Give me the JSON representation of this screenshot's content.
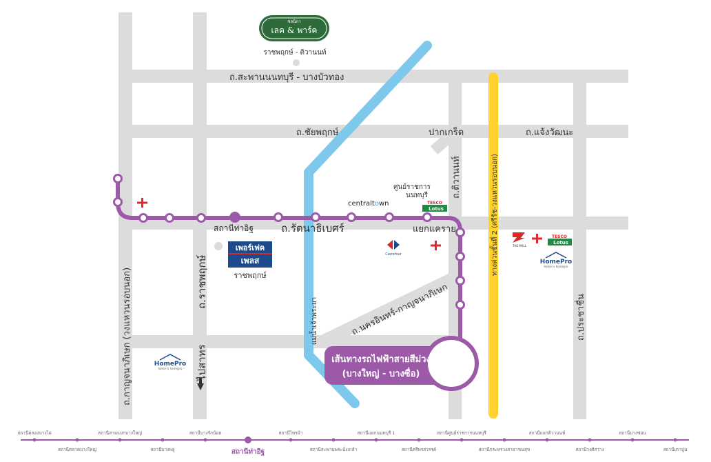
{
  "roads": {
    "top_road": "ถ.สะพานนนทบุรี - บางบัวทอง",
    "chaiyaphruek": "ถ.ชัยพฤกษ์",
    "pak_kret": "ปากเกร็ด",
    "chaeng_watthana": "ถ.แจ้งวัฒนะ",
    "rattanathibet": "ถ.รัตนาธิเบศร์",
    "khae_rai": "แยกแคราย",
    "tiwanon": "ถ.ติวานนท์",
    "kanchanaphisek": "ถ.กาญจนาภิเษก (วงแหวนรอบนอก)",
    "ratchaphruek": "ถ.ราชพฤกษ์",
    "nakhon_in": "ถ.นครอินทร์-กาญจนาภิเษก",
    "prachachuen": "ถ.ประชาชื่น",
    "expressway": "ทางด่วนขั้นที่ 2 (ศรีรัช-วงแหวนรอบนอก)",
    "river": "แม่น้ำเจ้าพระยา",
    "to_pai_sathon": "ไปสาทร"
  },
  "landmarks": {
    "lake_park_logo_sub": "ราชพฤกษ์ - ติวานนท์",
    "lake_park_logo_main": "เลค & พาร์ค",
    "lake_park_logo_top": "ชลนิภา",
    "perfect_place_1": "เพอร์เฟค",
    "perfect_place_2": "เพลส",
    "perfect_place_sub": "ราชพฤกษ์",
    "central": "centralt",
    "central_o": "o",
    "central_wn": "wn",
    "gov_center": "ศูนย์ราชการ\nนนทบุรี",
    "gov_center_1": "ศูนย์ราชการ",
    "gov_center_2": "นนทบุรี",
    "tesco": "TESCO",
    "lotus": "Lotus",
    "carrefour": "Carrefour",
    "the_mall": "THE MALL",
    "homepro": "HomePro",
    "homepro_sub": "home is homepro",
    "station_label": "สถานีท่าอิฐ"
  },
  "callout": {
    "line1": "เส้นทางรถไฟฟ้าสายสีม่วง",
    "line2": "(บางใหญ่ - บางซื่อ)"
  },
  "colors": {
    "road": "#dcdcdc",
    "purple_line": "#9b59a8",
    "river": "#7ec8ec",
    "expressway": "#ffd22e",
    "hospital": "#e0262e"
  },
  "stations_strip": {
    "top": [
      "สถานีคลองบางไผ่",
      "สถานีสามแยกบางใหญ่",
      "สถานีบางรักน้อย",
      "สถานีไทรม้า",
      "สถานีแยกนนทบุรี 1",
      "สถานีศูนย์ราชการนนทบุรี",
      "สถานีแยกติวานนท์",
      "สถานีบางซ่อน"
    ],
    "bottom": [
      "สถานีตลาดบางใหญ่",
      "สถานีบางพลู",
      "สถานีท่าอิฐ",
      "สถานีสะพานพระนั่งเกล้า",
      "สถานีศรีพรสวรรค์",
      "สถานีกระทรวงสาธารณสุข",
      "สถานีวงศ์สว่าง",
      "สถานีเตาปูน"
    ],
    "current": "สถานีท่าอิฐ"
  }
}
